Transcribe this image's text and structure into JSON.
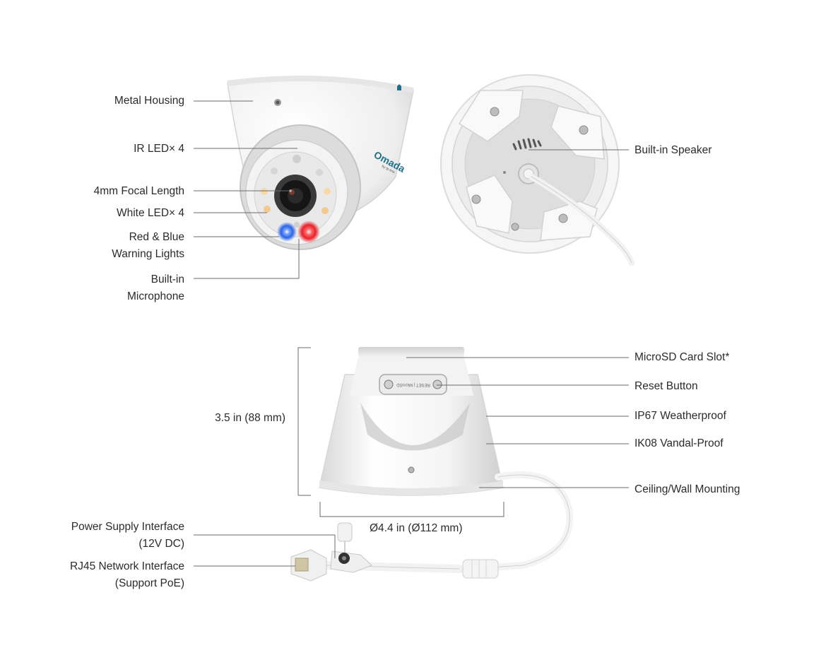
{
  "brand": {
    "logo_text": "Omada",
    "logo_sub": "by tp-link"
  },
  "front_view": {
    "metal_housing": "Metal Housing",
    "ir_led": "IR LED× 4",
    "focal_length": "4mm Focal Length",
    "white_led": "White LED× 4",
    "warning_lights_1": "Red & Blue",
    "warning_lights_2": "Warning Lights",
    "microphone_1": "Built-in",
    "microphone_2": "Microphone"
  },
  "back_view": {
    "speaker": "Built-in Speaker"
  },
  "side_view": {
    "height": "3.5 in (88 mm)",
    "diameter": "Ø4.4 in (Ø112 mm)",
    "microsd": "MicroSD Card Slot*",
    "reset": "Reset Button",
    "weatherproof": "IP67 Weatherproof",
    "vandal": "IK08 Vandal-Proof",
    "mounting": "Ceiling/Wall Mounting",
    "slot_text": "RESET | MicroSD"
  },
  "cable": {
    "power_1": "Power Supply Interface",
    "power_2": "(12V DC)",
    "rj45_1": "RJ45 Network Interface",
    "rj45_2": "(Support PoE)"
  },
  "colors": {
    "red_light": "#e8212b",
    "blue_light": "#2b63e8",
    "line": "#6b6b6b"
  }
}
